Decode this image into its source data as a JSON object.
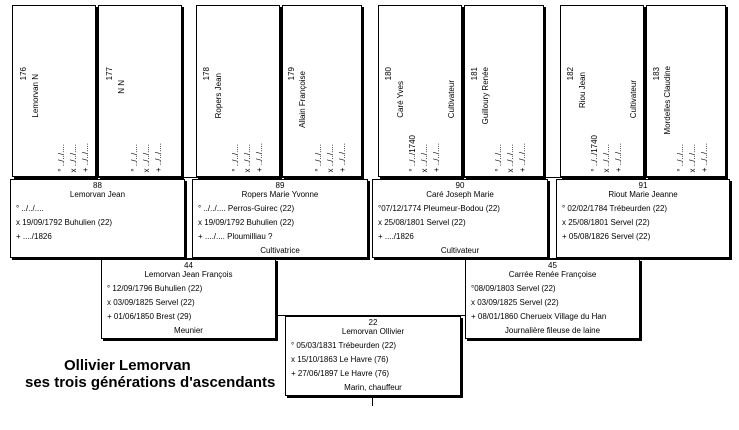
{
  "title": {
    "line1": "Ollivier Lemorvan",
    "line2": "ses trois générations d'ascendants"
  },
  "generation4": [
    {
      "num": "176",
      "name": "Lemorvan N",
      "birth": "° ../../....",
      "marriage": "x ../../....",
      "death": "+ ../../....",
      "job": ""
    },
    {
      "num": "177",
      "name": "N N",
      "birth": "° ../../....",
      "marriage": "x ../../....",
      "death": "+ ../../....",
      "job": ""
    },
    {
      "num": "178",
      "name": "Ropers Jean",
      "birth": "° ../../....",
      "marriage": "x ../../....",
      "death": "+ ../../....",
      "job": ""
    },
    {
      "num": "179",
      "name": "Allain Françoise",
      "birth": "° ../../....",
      "marriage": "x ../../....",
      "death": "+ ../../....",
      "job": ""
    },
    {
      "num": "180",
      "name": "Caré Yves",
      "birth": "° ../../1740",
      "marriage": "x ../../....",
      "death": "+ ../../....",
      "job": "Cultivateur"
    },
    {
      "num": "181",
      "name": "Guilloury Renée",
      "birth": "° ../../....",
      "marriage": "x ../../....",
      "death": "+ ../../....",
      "job": ""
    },
    {
      "num": "182",
      "name": "Riou Jean",
      "birth": "° ../../1740",
      "marriage": "x ../../....",
      "death": "+ ../../....",
      "job": "Cultivateur"
    },
    {
      "num": "183",
      "name": "Mordelles Claudine",
      "birth": "° ../../....",
      "marriage": "x ../../....",
      "death": "+ ../../....",
      "job": ""
    }
  ],
  "generation3": [
    {
      "num": "88",
      "name": "Lemorvan Jean",
      "birth": "° ../../....",
      "marriage": "x 19/09/1792 Buhulien (22)",
      "death": "+ ..../1826",
      "job": ""
    },
    {
      "num": "89",
      "name": "Ropers Marie Yvonne",
      "birth": "° ../../.... Perros-Guirec (22)",
      "marriage": "x 19/09/1792 Buhulien (22)",
      "death": "+ ..../.... Ploumilliau ?",
      "job": "Cultivatrice"
    },
    {
      "num": "90",
      "name": "Caré Joseph Marie",
      "birth": "°07/12/1774 Pleumeur-Bodou (22)",
      "marriage": "x 25/08/1801 Servel (22)",
      "death": "+ ..../1826",
      "job": "Cultivateur"
    },
    {
      "num": "91",
      "name": "Riout Marie Jeanne",
      "birth": "° 02/02/1784 Trébeurden (22)",
      "marriage": "x 25/08/1801 Servel (22)",
      "death": "+ 05/08/1826 Servel (22)",
      "job": ""
    }
  ],
  "generation2": [
    {
      "num": "44",
      "name": "Lemorvan Jean François",
      "birth": "° 12/09/1796 Buhulien (22)",
      "marriage": "x 03/09/1825 Servel (22)",
      "death": "+ 01/06/1850 Brest (29)",
      "job": "Meunier"
    },
    {
      "num": "45",
      "name": "Carrée Renée Françoise",
      "birth": "°08/09/1803 Servel (22)",
      "marriage": "x 03/09/1825 Servel (22)",
      "death": "+ 08/01/1860 Cherueix Village du Han",
      "job": "Journalière fileuse de laine"
    }
  ],
  "generation1": {
    "num": "22",
    "name": "Lemorvan Ollivier",
    "birth": "° 05/03/1831 Trébeurden (22)",
    "marriage": "x 15/10/1863 Le Havre (76)",
    "death": "+ 27/06/1897 Le Havre (76)",
    "job": "Marin, chauffeur"
  }
}
